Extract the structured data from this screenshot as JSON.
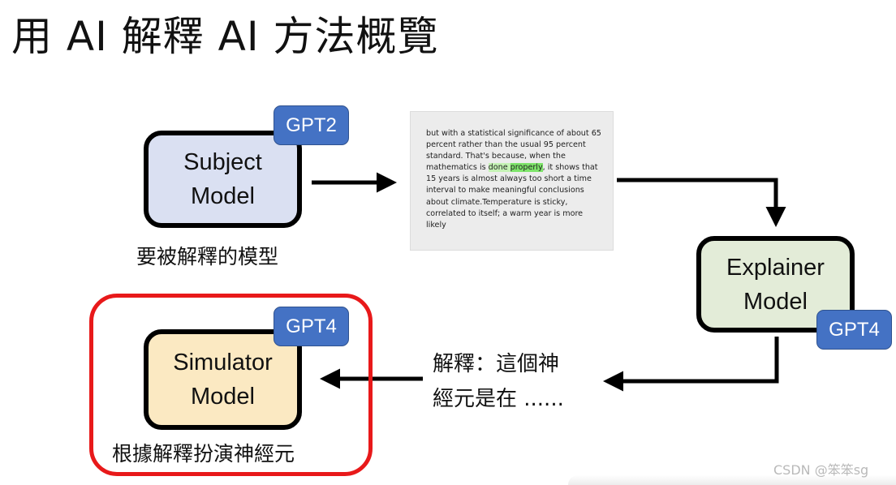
{
  "title": "用 AI 解釋 AI 方法概覽",
  "subject_model": {
    "label_line1": "Subject",
    "label_line2": "Model",
    "badge": "GPT2",
    "caption": "要被解釋的模型",
    "fill_color": "#dae0f2"
  },
  "text_sample": {
    "before_highlight": "but with a statistical significance of about 65 percent rather than the usual 95 percent standard. That's because, when the mathematics is ",
    "highlight_light": "done ",
    "highlight_strong": "properly",
    "after_highlight": ", it shows that 15 years is almost always too short a time interval to make meaningful conclusions about climate.Temperature is sticky, correlated to itself; a warm year is more likely"
  },
  "explainer_model": {
    "label_line1": "Explainer",
    "label_line2": "Model",
    "badge": "GPT4",
    "fill_color": "#e3ecd8"
  },
  "explanation": {
    "line1": "解釋：這個神",
    "line2": "經元是在 ......"
  },
  "simulator_model": {
    "label_line1": "Simulator",
    "label_line2": "Model",
    "badge": "GPT4",
    "caption": "根據解釋扮演神經元",
    "fill_color": "#fbe9c2"
  },
  "colors": {
    "badge": "#4472c4",
    "highlight_frame": "#e8191a",
    "highlight_light": "#c4f2b4",
    "highlight_strong": "#7ee46a"
  },
  "watermark": "CSDN @笨笨sg"
}
